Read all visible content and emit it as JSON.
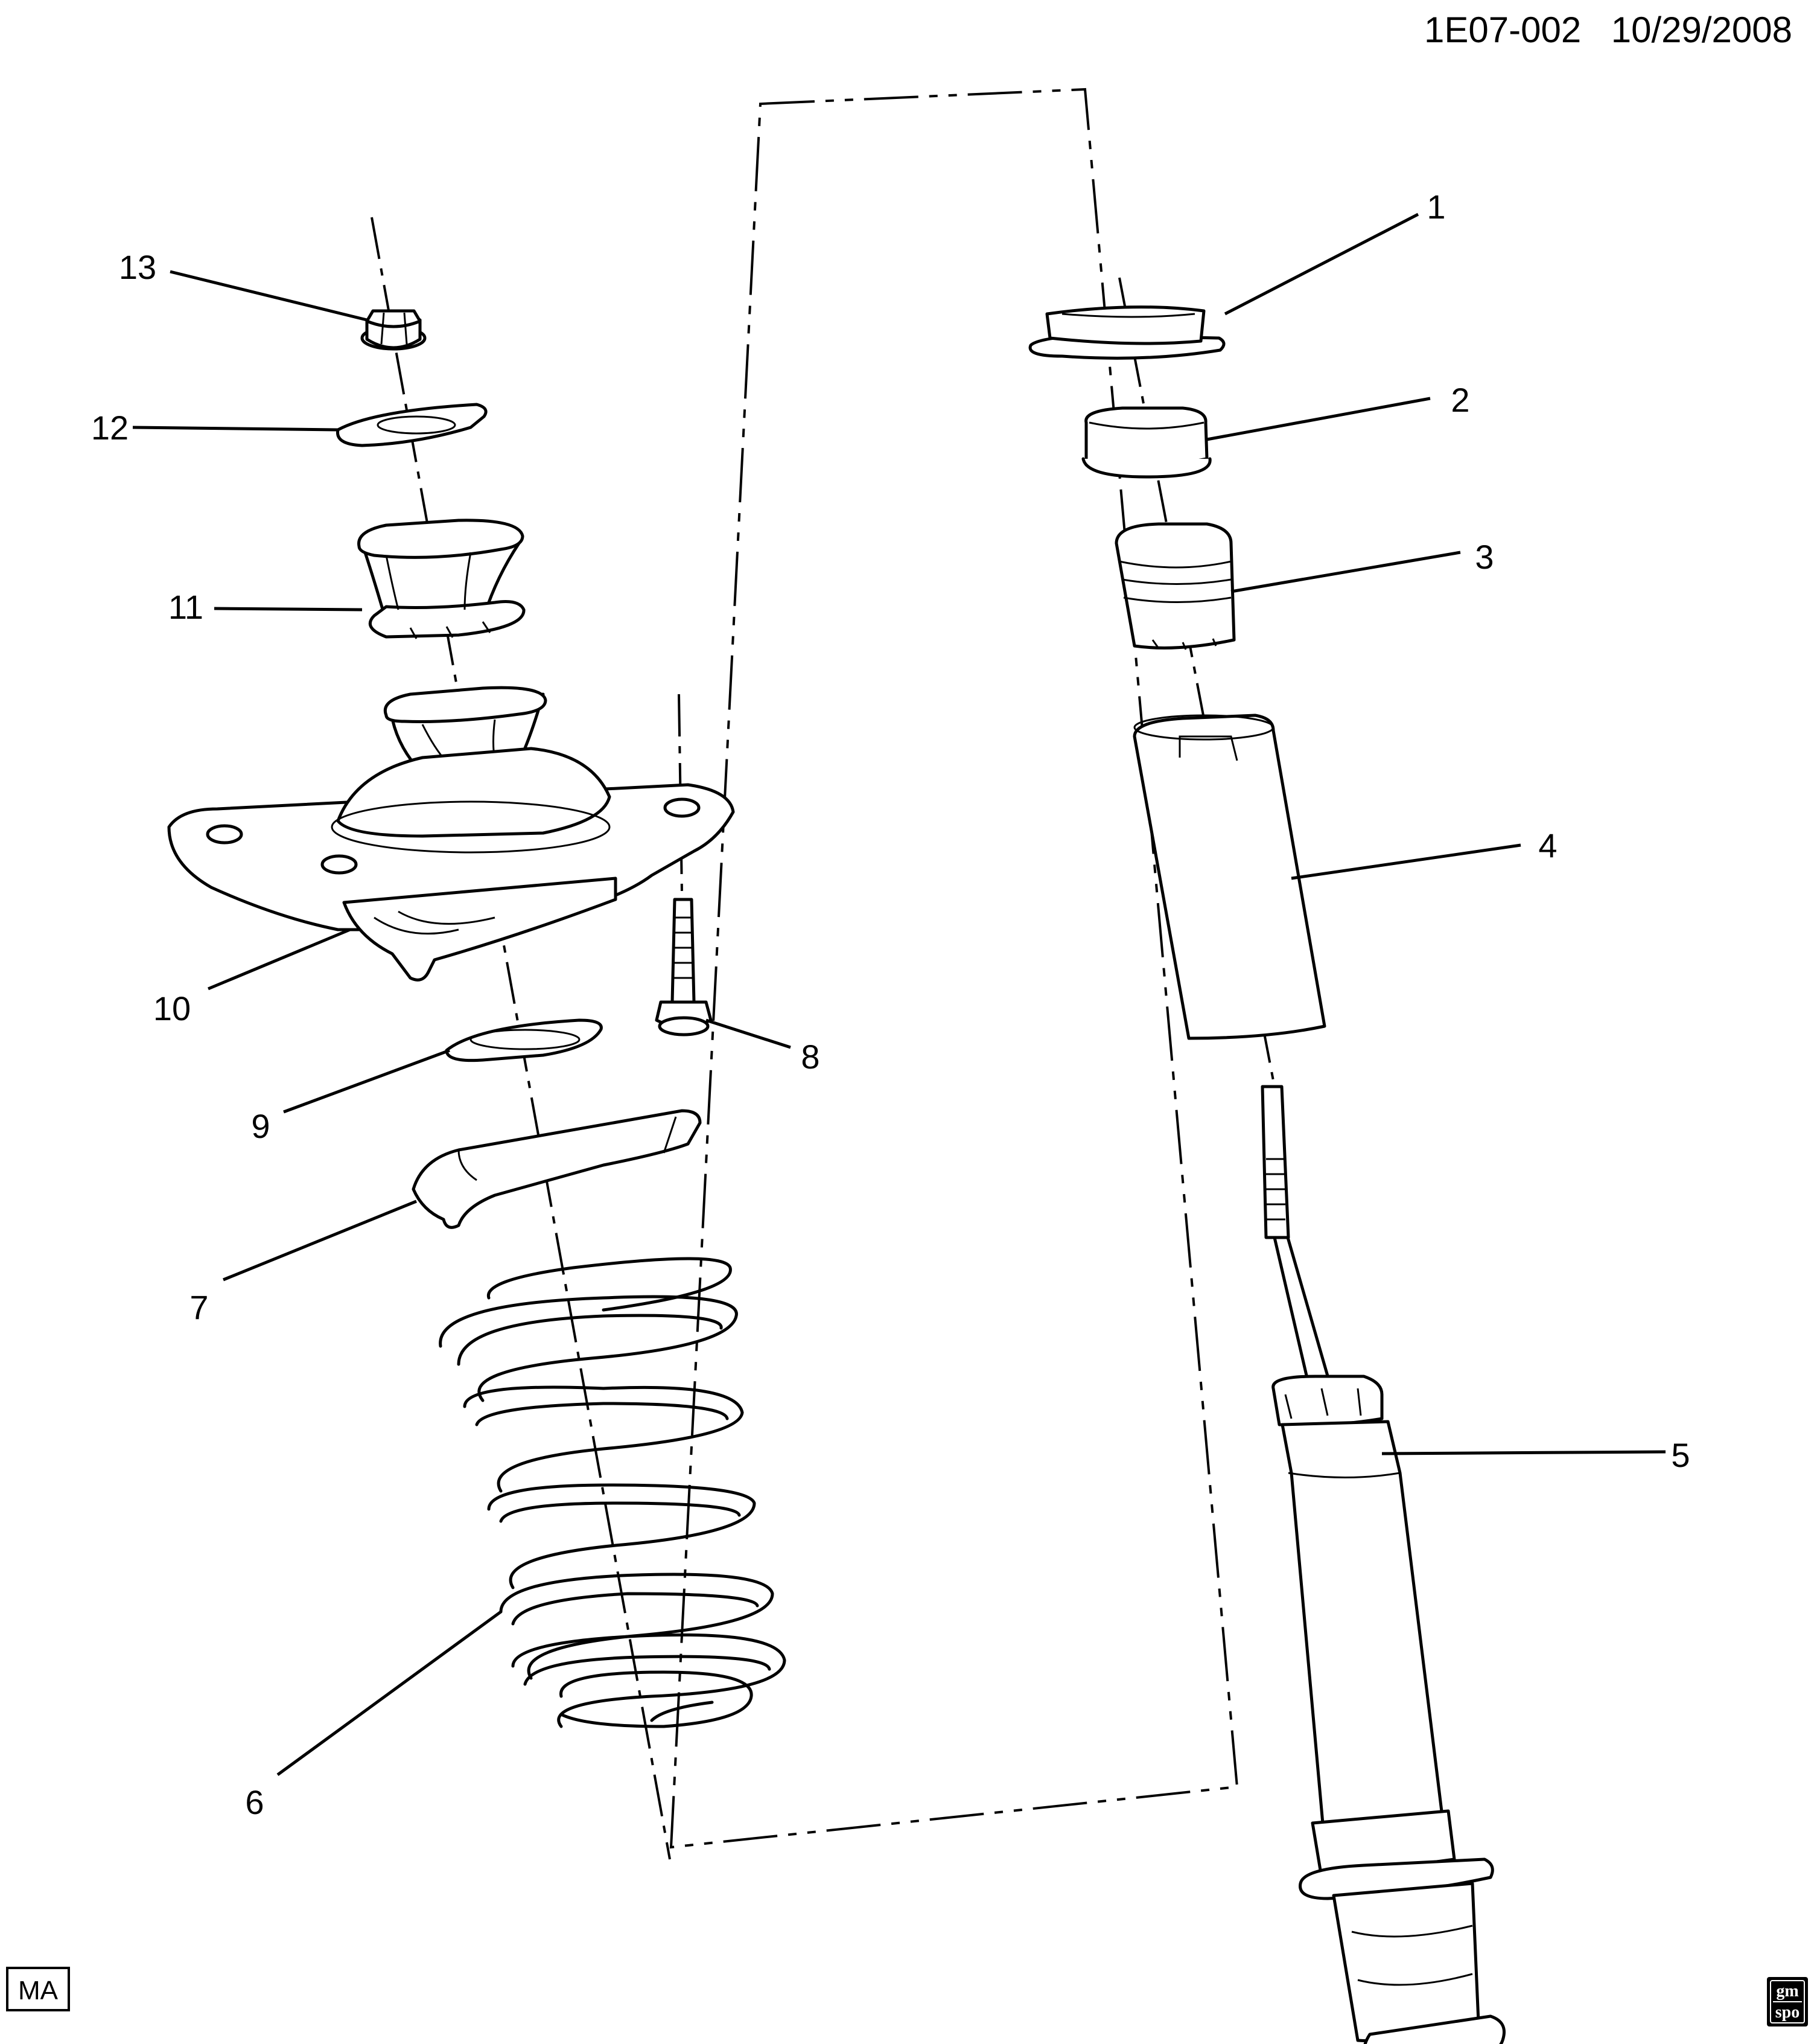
{
  "header": {
    "diagram_id": "1E07-002",
    "date": "10/29/2008"
  },
  "footer": {
    "corner_badge": "MA",
    "logo_top": "gm",
    "logo_bottom": "spo"
  },
  "callouts": {
    "c1": "1",
    "c2": "2",
    "c3": "3",
    "c4": "4",
    "c5": "5",
    "c6": "6",
    "c7": "7",
    "c8": "8",
    "c9": "9",
    "c10": "10",
    "c11": "11",
    "c12": "12",
    "c13": "13"
  }
}
